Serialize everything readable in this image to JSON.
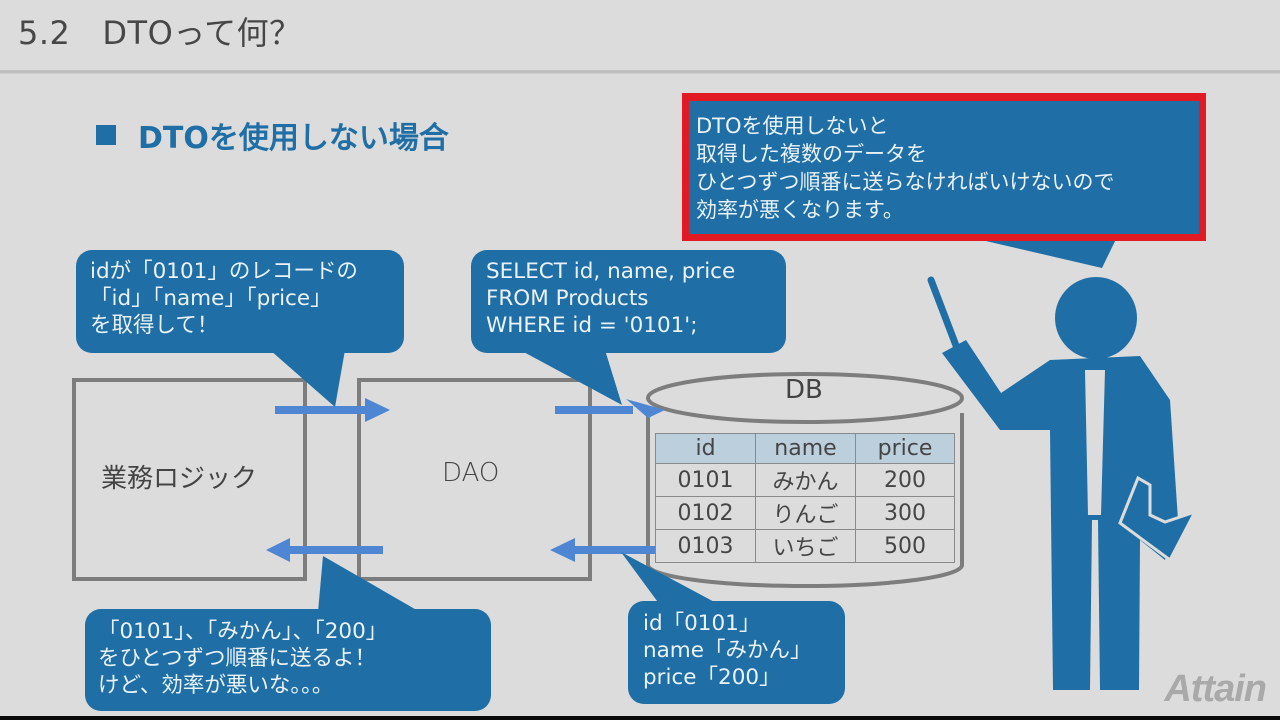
{
  "header": {
    "section_number": "5.2",
    "title": "DTOって何？"
  },
  "subtitle": "DTOを使用しない場合",
  "callouts": {
    "teacher": "DTOを使用しないと\n取得した複数のデータを\nひとつずつ順番に送らなければいけないので\n効率が悪くなります。",
    "request": "idが「0101」のレコードの\n「id」「name」「price」\nを取得して！",
    "sql": "SELECT id, name, price\nFROM Products\nWHERE id = '0101';",
    "send_back": "「0101」、「みかん」、「200」\nをひとつずつ順番に送るよ！\nけど、効率が悪いな。。。",
    "db_result": "id「0101」\nname「みかん」\nprice「200」"
  },
  "boxes": {
    "business_logic": "業務ロジック",
    "dao": "DAO"
  },
  "database": {
    "label": "DB",
    "columns": [
      "id",
      "name",
      "price"
    ],
    "rows": [
      [
        "0101",
        "みかん",
        "200"
      ],
      [
        "0102",
        "りんご",
        "300"
      ],
      [
        "0103",
        "いちご",
        "500"
      ]
    ]
  },
  "logo": "Attain",
  "colors": {
    "background": "#dcdcdc",
    "accent_blue": "#1f6fa6",
    "arrow_blue": "#4f86d3",
    "highlight_red": "#e01b24",
    "box_border": "#7d7d7d"
  }
}
